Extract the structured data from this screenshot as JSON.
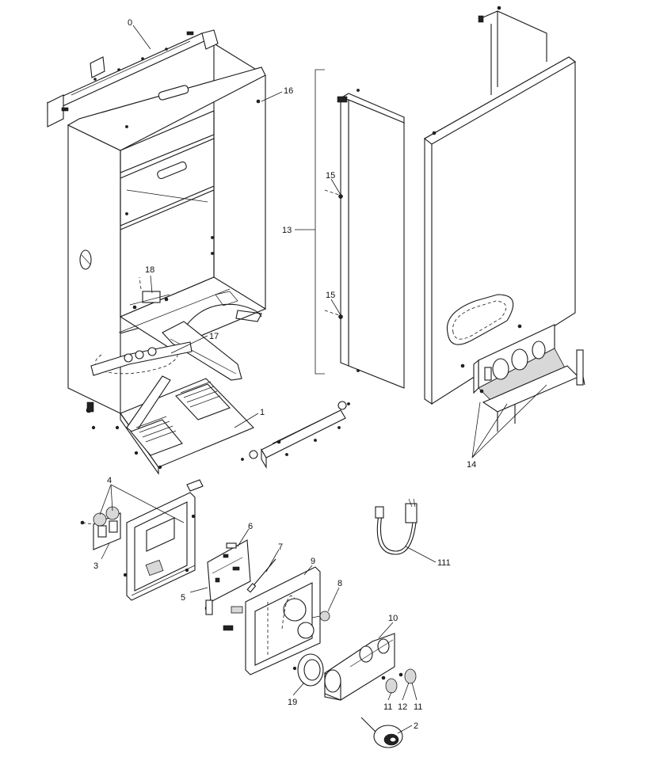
{
  "callouts": {
    "c0": "0",
    "c16": "16",
    "c13": "13",
    "c15a": "15",
    "c15b": "15",
    "c18": "18",
    "c17": "17",
    "c1": "1",
    "c14": "14",
    "c4": "4",
    "c3": "3",
    "c5": "5",
    "c6": "6",
    "c7": "7",
    "c9": "9",
    "c8": "8",
    "c10": "10",
    "c111": "111",
    "c19": "19",
    "c11a": "11",
    "c12": "12",
    "c11b": "11",
    "c2": "2"
  }
}
